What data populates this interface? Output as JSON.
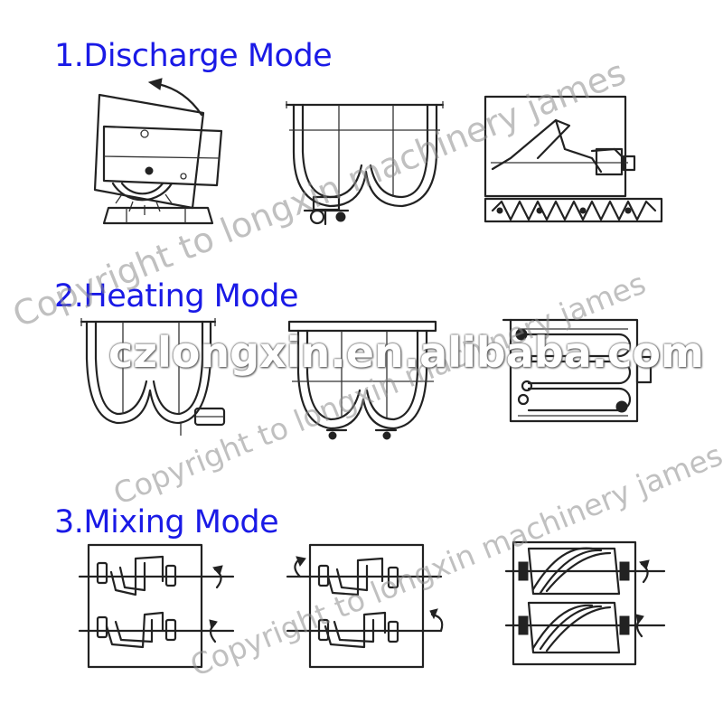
{
  "sections": [
    {
      "title": "1.Discharge Mode"
    },
    {
      "title": "2.Heating Mode"
    },
    {
      "title": "3.Mixing Mode"
    }
  ],
  "watermark": {
    "copyright": "Copyright to longxin machinery james",
    "website": "czlongxin.en.alibaba.com"
  },
  "colors": {
    "title": "#1a1ae6",
    "line_art": "#222222",
    "watermark": "#8c8c8c"
  }
}
